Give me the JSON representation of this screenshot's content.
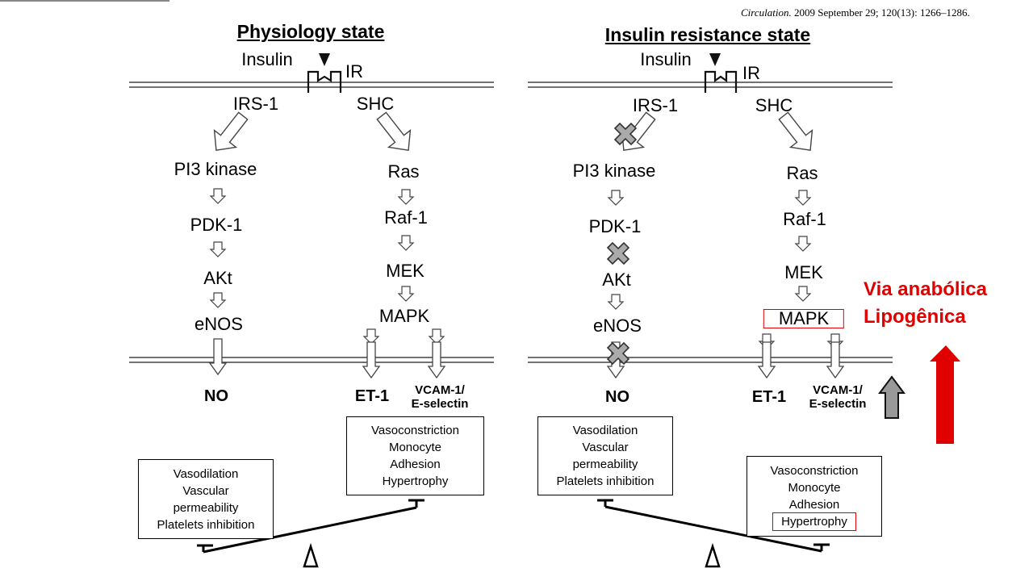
{
  "citation": {
    "journal": "Circulation.",
    "details": "2009 September 29; 120(13): 1266–1286."
  },
  "left_panel": {
    "title": "Physiology state",
    "insulin": "Insulin",
    "ir": "IR",
    "irs1": "IRS-1",
    "shc": "SHC",
    "pi3k": "PI3 kinase",
    "pdk1": "PDK-1",
    "akt": "AKt",
    "enos": "eNOS",
    "ras": "Ras",
    "raf1": "Raf-1",
    "mek": "MEK",
    "mapk": "MAPK",
    "no": "NO",
    "et1": "ET-1",
    "vcam1": "VCAM-1/",
    "eselectin": "E-selectin",
    "left_box": [
      "Vasodilation",
      "Vascular",
      "permeability",
      "Platelets inhibition"
    ],
    "right_box": [
      "Vasoconstriction",
      "Monocyte",
      "Adhesion",
      "Hypertrophy"
    ]
  },
  "right_panel": {
    "title": "Insulin resistance state",
    "insulin": "Insulin",
    "ir": "IR",
    "irs1": "IRS-1",
    "shc": "SHC",
    "pi3k": "PI3 kinase",
    "pdk1": "PDK-1",
    "akt": "AKt",
    "enos": "eNOS",
    "ras": "Ras",
    "raf1": "Raf-1",
    "mek": "MEK",
    "mapk": "MAPK",
    "no": "NO",
    "et1": "ET-1",
    "vcam1": "VCAM-1/",
    "eselectin": "E-selectin",
    "left_box": [
      "Vasodilation",
      "Vascular",
      "permeability",
      "Platelets inhibition"
    ],
    "right_box": [
      "Vasoconstriction",
      "Monocyte",
      "Adhesion",
      "Hypertrophy"
    ]
  },
  "annotation": {
    "line1": "Via anabólica",
    "line2": "Lipogênica",
    "color": "#e00000"
  },
  "icons": {
    "blocked": "x-cross-icon",
    "up_arrow": "up-arrow-icon",
    "fulcrum": "triangle-fulcrum-icon"
  }
}
